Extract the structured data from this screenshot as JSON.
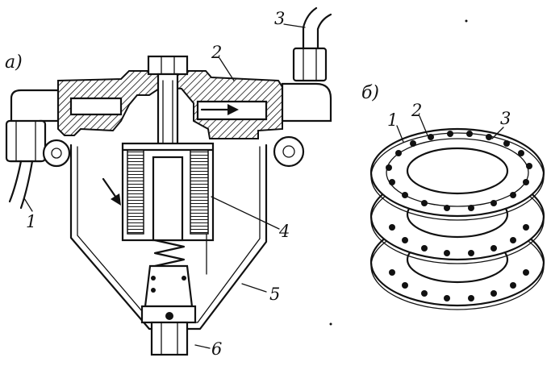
{
  "figure": {
    "panels": [
      {
        "id": "a",
        "label": "а)"
      },
      {
        "id": "b",
        "label": "б)"
      }
    ],
    "callouts_a": [
      "1",
      "2",
      "3",
      "4",
      "5",
      "6"
    ],
    "callouts_b": [
      "1",
      "2",
      "3"
    ]
  }
}
